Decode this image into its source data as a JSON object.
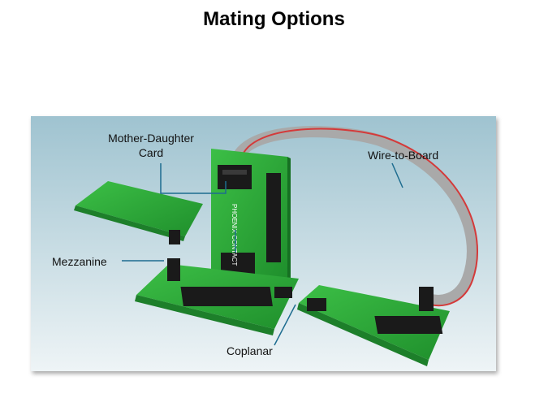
{
  "slide": {
    "title": "Mating Options"
  },
  "figure": {
    "labels": {
      "mother_daughter_line1": "Mother-Daughter",
      "mother_daughter_line2": "Card",
      "wire_to_board": "Wire-to-Board",
      "mezzanine": "Mezzanine",
      "coplanar": "Coplanar"
    },
    "brand_text": "PHOENIX CONTACT",
    "colors": {
      "background_top": "#9fc3d0",
      "background_bottom": "#eef4f6",
      "pcb_green": "#2fae3a",
      "pcb_green_dark": "#1d7f2a",
      "connector_black": "#1a1a1a",
      "ribbon_gray": "#a9a9a9",
      "ribbon_red": "#d43a3a",
      "leader_line": "#1d6c8f"
    }
  }
}
